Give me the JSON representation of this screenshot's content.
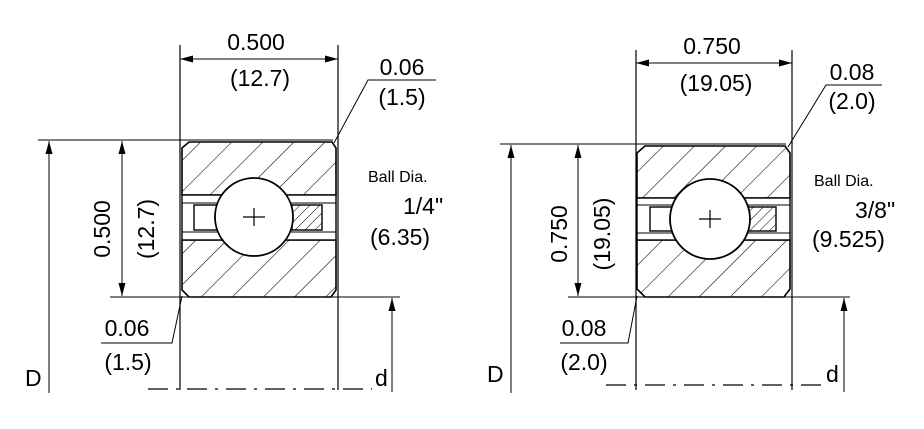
{
  "diagrams": [
    {
      "width_in": "0.500",
      "width_mm": "(12.7)",
      "chamfer_top_in": "0.06",
      "chamfer_top_mm": "(1.5)",
      "height_in": "0.500",
      "height_mm": "(12.7)",
      "ball_label": "Ball Dia.",
      "ball_in": "1/4\"",
      "ball_mm": "(6.35)",
      "chamfer_bot_in": "0.06",
      "chamfer_bot_mm": "(1.5)",
      "outer_dia_label": "D",
      "inner_dia_label": "d"
    },
    {
      "width_in": "0.750",
      "width_mm": "(19.05)",
      "chamfer_top_in": "0.08",
      "chamfer_top_mm": "(2.0)",
      "height_in": "0.750",
      "height_mm": "(19.05)",
      "ball_label": "Ball Dia.",
      "ball_in": "3/8\"",
      "ball_mm": "(9.525)",
      "chamfer_bot_in": "0.08",
      "chamfer_bot_mm": "(2.0)",
      "outer_dia_label": "D",
      "inner_dia_label": "d"
    }
  ]
}
